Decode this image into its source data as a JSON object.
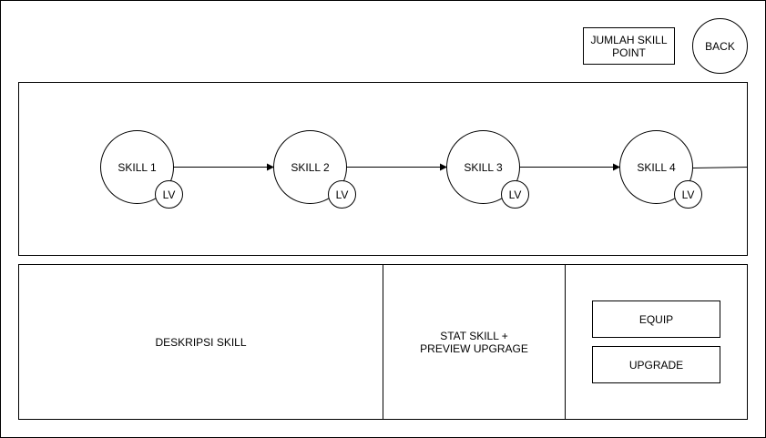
{
  "header": {
    "skill_points_label": "JUMLAH SKILL POINT",
    "back_label": "BACK"
  },
  "skill_tree": {
    "nodes": [
      {
        "label": "SKILL 1",
        "level_label": "LV"
      },
      {
        "label": "SKILL 2",
        "level_label": "LV"
      },
      {
        "label": "SKILL 3",
        "level_label": "LV"
      },
      {
        "label": "SKILL 4",
        "level_label": "LV"
      }
    ]
  },
  "bottom": {
    "description_label": "DESKRIPSI SKILL",
    "stat_label": "STAT SKILL + PREVIEW UPGRAGE",
    "equip_label": "EQUIP",
    "upgrade_label": "UPGRADE"
  }
}
